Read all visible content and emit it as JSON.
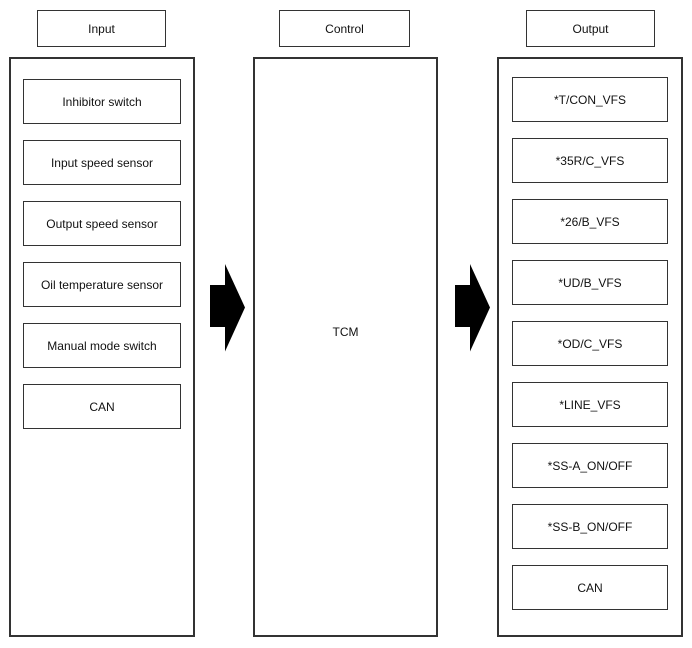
{
  "colors": {
    "border": "#333333",
    "arrow": "#000000",
    "background": "#ffffff",
    "text": "#111111"
  },
  "input": {
    "header": "Input",
    "items": [
      "Inhibitor switch",
      "Input speed sensor",
      "Output speed sensor",
      "Oil temperature sensor",
      "Manual mode switch",
      "CAN"
    ]
  },
  "control": {
    "header": "Control",
    "label": "TCM"
  },
  "output": {
    "header": "Output",
    "items": [
      "*T/CON_VFS",
      "*35R/C_VFS",
      "*26/B_VFS",
      "*UD/B_VFS",
      "*OD/C_VFS",
      "*LINE_VFS",
      "*SS-A_ON/OFF",
      "*SS-B_ON/OFF",
      "CAN"
    ]
  }
}
